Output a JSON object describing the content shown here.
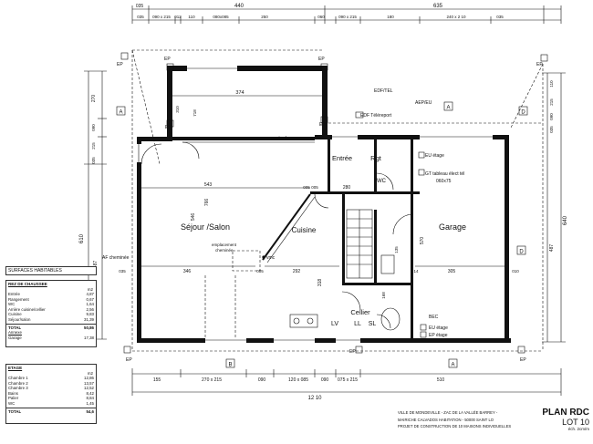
{
  "top_dims": {
    "row1": [
      "035",
      "440",
      "635"
    ],
    "row2": [
      "035",
      "090 x 215",
      "012",
      "110",
      "080x085",
      "250",
      "060",
      "090 x 215",
      "180",
      "240 x 2 10",
      "035"
    ]
  },
  "bottom_dims": {
    "row1": [
      "155",
      "270 x 215",
      "090",
      "120 x 085",
      "090",
      "075 x 215",
      "510"
    ],
    "total": "12 10"
  },
  "left_dims": [
    "270",
    "090",
    "215",
    "035",
    "610",
    "487"
  ],
  "right_dims": [
    "110",
    "215",
    "090",
    "035",
    "640",
    "487"
  ],
  "rooms": {
    "sejour": "Séjour /Salon",
    "cuisine": "Cuisine",
    "entree": "Entrée",
    "rgt": "Rgt",
    "wc": "WC",
    "garage": "Garage",
    "cellier": "Cellier",
    "lv": "LV",
    "ll": "LL",
    "sl": "SL"
  },
  "annotations": {
    "ep": "EP",
    "edf_tel": "EDF/TEL",
    "aep_eu": "AEP/EU",
    "edf_teleport": "EDF Téléreport",
    "poutre_bo": "poutre bo",
    "eu_etage": "EU étage",
    "gt_tableau": "GT tableau élect tél",
    "gt_dim": "060x75",
    "af_cheminee": "AF cheminée",
    "emplacement": "emplacement",
    "cheminee": "cheminée",
    "vmc": "vmc",
    "bec": "BEC",
    "eu_etage2": "EU étage",
    "ep_etage": "EP étage",
    "marker_a": "A",
    "marker_b": "B",
    "marker_d": "D"
  },
  "inner_dims": [
    "374",
    "543",
    "546",
    "766",
    "005",
    "280",
    "346",
    "005",
    "292",
    "318",
    "570",
    "14",
    "305",
    "010",
    "035",
    "005",
    "310",
    "718",
    "168",
    "135"
  ],
  "surfaces_title": "SURFACES HABITABLES",
  "rez": {
    "title": "REZ DE CHAUSSEE",
    "unit": "m2",
    "rows": [
      {
        "label": "Entrée",
        "value": "4,87"
      },
      {
        "label": "Rangement",
        "value": "0,67"
      },
      {
        "label": "WC",
        "value": "1,64"
      },
      {
        "label": "Arrière cuisine/cellier",
        "value": "2,56"
      },
      {
        "label": "Cuisine",
        "value": "9,83"
      },
      {
        "label": "Séjour/salon",
        "value": "31,39"
      }
    ],
    "total_label": "TOTAL",
    "total_value": "50,86",
    "annexe_label": "Annexe",
    "annexe_rows": [
      {
        "label": "Garage",
        "value": "17,38"
      }
    ]
  },
  "etage": {
    "title": "ETAGE",
    "unit": "m2",
    "rows": [
      {
        "label": "Chambre 1",
        "value": "12,86"
      },
      {
        "label": "Chambre 2",
        "value": "13,57"
      },
      {
        "label": "Chambre 3",
        "value": "12,52"
      },
      {
        "label": "Bains",
        "value": "8,42"
      },
      {
        "label": "Palier",
        "value": "8,84"
      },
      {
        "label": "WC",
        "value": "1,45"
      }
    ],
    "total_label": "TOTAL",
    "total_value": "54,6"
  },
  "title_block": {
    "line1": "VILLE DE MONDEVILLE   -   ZAC DE LA VALLÉE BARREY -",
    "line2": "MAIRICHE CALVADOS HABITATION - 50000 SAINT LO",
    "line3": "PROJET DE CONSTRUCTION DE 10 MAISONS INDIVIDUELLES",
    "plan": "PLAN RDC",
    "lot": "LOT 10",
    "scale": "éch. 2cm/m"
  }
}
